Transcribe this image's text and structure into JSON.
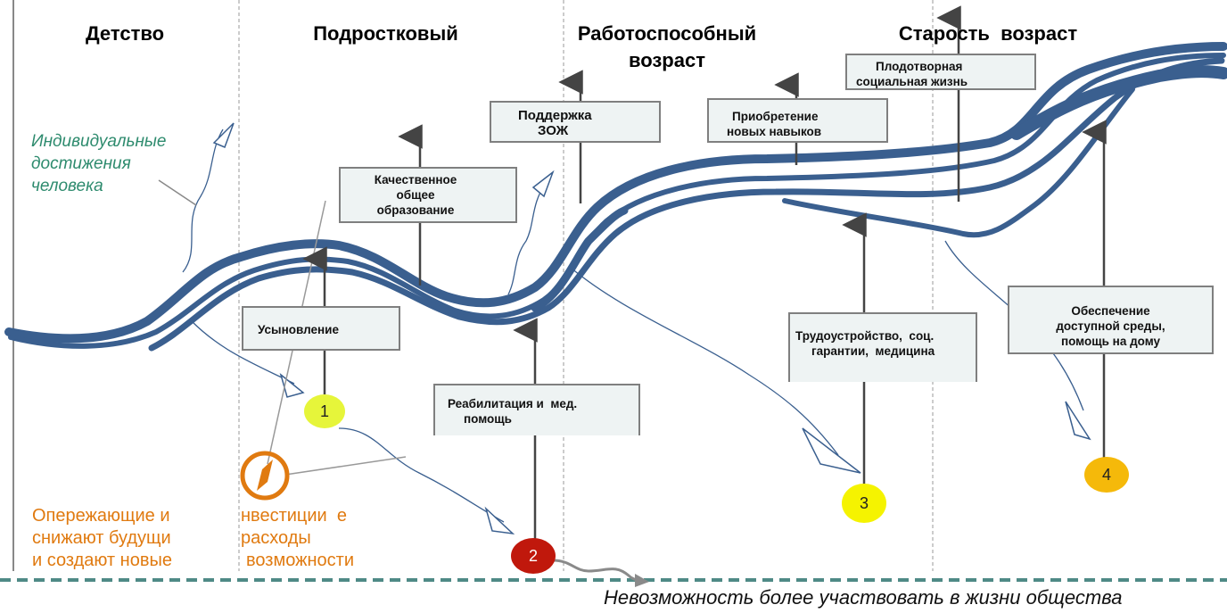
{
  "stages": {
    "childhood": "Детство",
    "teen": "Подростковый",
    "working_1": "Работоспособный",
    "working_2": "возраст",
    "old_age": "Старость  возраст"
  },
  "left_note": [
    "Индивидуальные",
    "достижения",
    "человека"
  ],
  "boxes": {
    "adoption": "Усыновление",
    "education": [
      "Качественное",
      "общее",
      "образование"
    ],
    "healthy": [
      "Поддержка",
      "ЗОЖ"
    ],
    "rehab": [
      "Реабилитация и  мед.",
      "помощь"
    ],
    "skills": [
      "Приобретение",
      "новых навыков"
    ],
    "social_life": [
      "Плодотворная",
      "социальная жизнь"
    ],
    "employment": [
      "Трудоустройство,  соц.",
      "гарантии,  медицина"
    ],
    "accessible": [
      "Обеспечение",
      "доступной среды,",
      "помощь на дому"
    ]
  },
  "circles": [
    {
      "label": "1",
      "color": "#e6f53a"
    },
    {
      "label": "2",
      "color": "#c0180c"
    },
    {
      "label": "3",
      "color": "#f5f300"
    },
    {
      "label": "4",
      "color": "#f5b90a"
    }
  ],
  "orange_note": {
    "row1_left": "Опережающие и",
    "row1_right": "нвестиции  е",
    "row2_left": "снижают будущи",
    "row2_right": "расходы",
    "row3_left": "и создают новые",
    "row3_right": "возможности"
  },
  "bottom_note": "Невозможность более участвовать в жизни общества",
  "colors": {
    "river": "#3a5f8f",
    "arrow": "#444444",
    "green_text": "#2e8b6e",
    "orange_text": "#e07a10",
    "baseline": "#4f8a86",
    "box_fill": "#eef3f3"
  }
}
